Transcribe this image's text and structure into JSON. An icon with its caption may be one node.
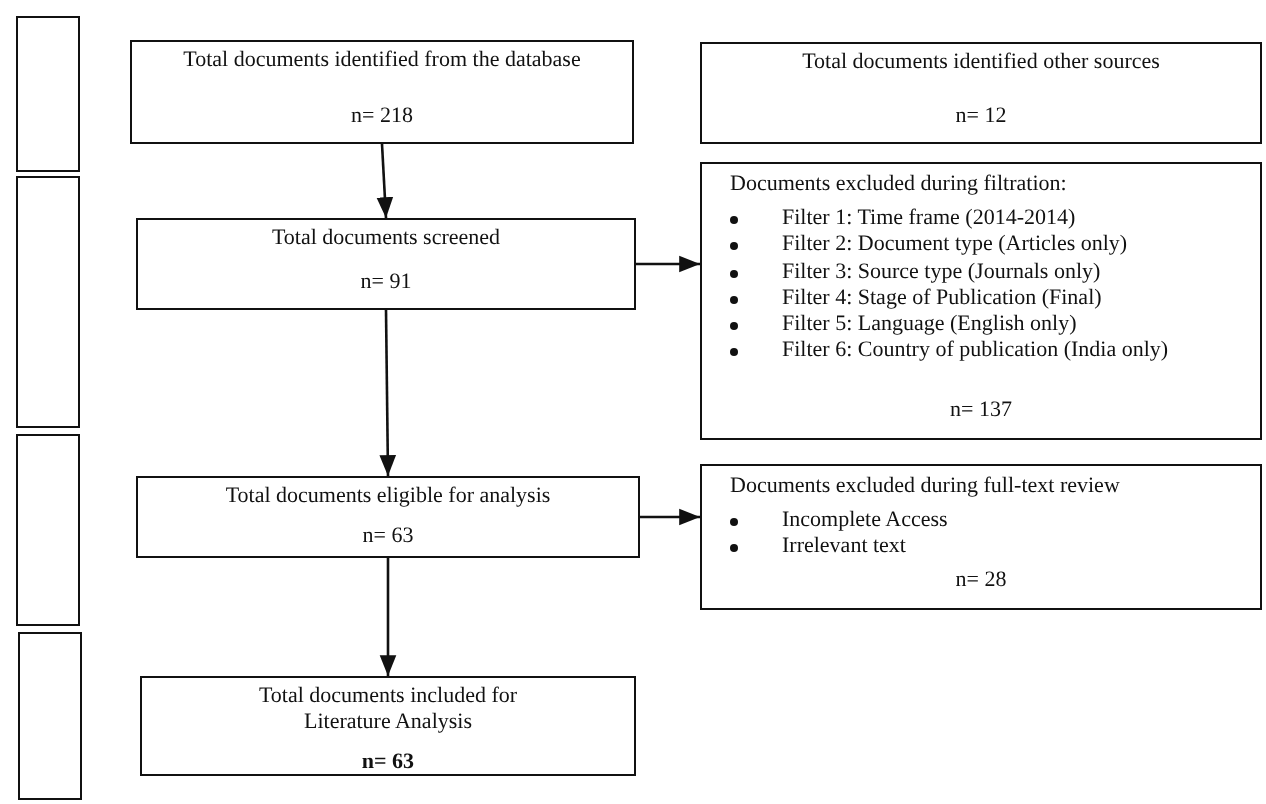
{
  "diagram": {
    "nodes": [
      {
        "text": [
          "Total documents identified from the database",
          "n= 218"
        ]
      },
      {
        "text": [
          "Total documents identified other sources",
          "n= 12"
        ]
      },
      {
        "text": [
          "Total documents screened",
          "n= 91"
        ]
      },
      {
        "text": [
          "Documents excluded during filtration:",
          "Filter 1: Time frame (2014-2014)",
          "Filter 2: Document type (Articles only)",
          "Filter 3: Source type (Journals only)",
          "Filter 4: Stage of Publication (Final)",
          "Filter 5: Language (English only)",
          "Filter 6: Country of publication (India only)",
          "n= 137"
        ]
      },
      {
        "text": [
          "Total documents eligible for analysis",
          "n= 63"
        ]
      },
      {
        "text": [
          "Documents excluded during full-text review",
          "Incomplete Access",
          "Irrelevant text",
          "n= 28"
        ]
      },
      {
        "text": [
          "Total documents included for Literature Analysis",
          "n= 63"
        ]
      },
      {
        "text": [],
        "shape": "box"
      },
      {
        "text": [],
        "shape": "box"
      },
      {
        "text": [],
        "shape": "box"
      },
      {
        "text": [],
        "shape": "box"
      }
    ],
    "edges": [
      {
        "from": 0,
        "to": 2,
        "arrow": "to"
      },
      {
        "from": 2,
        "to": 3,
        "arrow": "to"
      },
      {
        "from": 2,
        "to": 4,
        "arrow": "to"
      },
      {
        "from": 4,
        "to": 5,
        "arrow": "to"
      },
      {
        "from": 4,
        "to": 6,
        "arrow": "to"
      }
    ]
  }
}
